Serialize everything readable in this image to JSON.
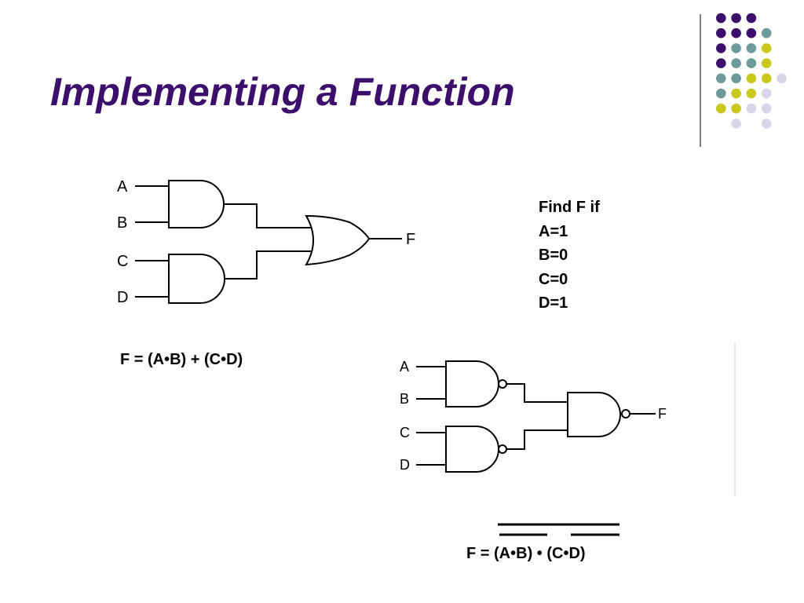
{
  "title": "Implementing a Function",
  "colors": {
    "title": "#3b0f6b",
    "dot_purple": "#3b0f6b",
    "dot_teal": "#6f9a9a",
    "dot_yellow": "#c8c81e",
    "dot_lavender": "#d6d6e8",
    "line": "#000000"
  },
  "and_or_circuit": {
    "inputs": [
      "A",
      "B",
      "C",
      "D"
    ],
    "output": "F",
    "equation": "F = (A•B) + (C•D)"
  },
  "nand_circuit": {
    "inputs": [
      "A",
      "B",
      "C",
      "D"
    ],
    "output": "F",
    "equation_prefix": "F = ",
    "equation_term1": "(A•B)",
    "equation_op": " • ",
    "equation_term2": "(C•D)"
  },
  "problem": {
    "lines": [
      "Find F if",
      "A=1",
      "B=0",
      "C=0",
      "D=1"
    ]
  }
}
